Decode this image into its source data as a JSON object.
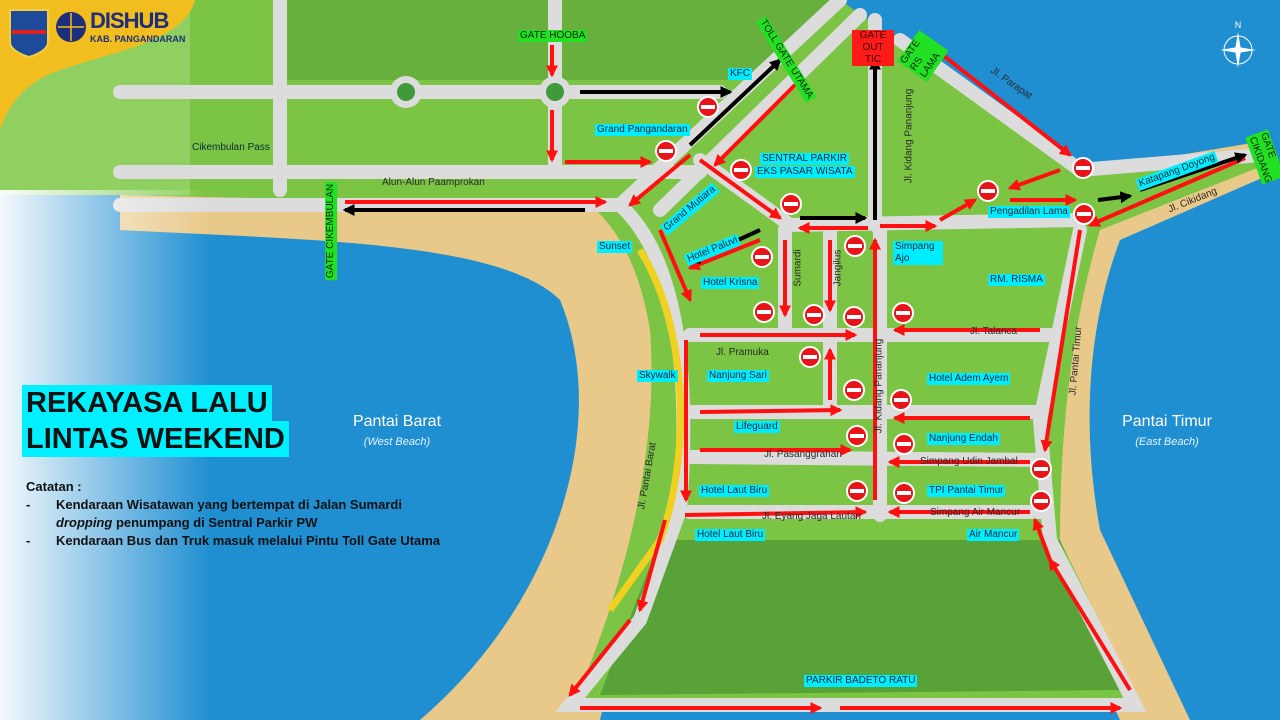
{
  "header": {
    "logo_text": "DISHUB",
    "logo_subtext": "KAB. PANGANDARAN"
  },
  "title": {
    "line1": "REKAYASA LALU",
    "line2": "LINTAS WEEKEND"
  },
  "notes": {
    "heading": "Catatan :",
    "items": [
      {
        "em": "",
        "text": "Kendaraan Wisatawan yang bertempat di Jalan Sumardi"
      },
      {
        "em": "dropping",
        "text": " penumpang di Sentral Parkir PW"
      },
      {
        "em": "",
        "text": "Kendaraan Bus dan Truk masuk melalui Pintu Toll Gate Utama"
      }
    ]
  },
  "compass": {
    "north": "N"
  },
  "gates": {
    "hooba": "GATE HOOBA",
    "toll": "TOLL GATE UTAMA",
    "out_tic": "GATE OUT TIC",
    "rs_lama": "GATE RS LAMA",
    "cikidang": "GATE CIKIDANG",
    "cikembulan": "GATE CIKEMBULAN"
  },
  "places": {
    "kfc": "KFC",
    "grand_pangandaran": "Grand Pangandaran",
    "cikembulan_pass": "Cikembulan Pass",
    "sentral_parkir": "SENTRAL PARKIR",
    "eks_pasar": "EKS PASAR WISATA",
    "grand_mutiara": "Grand Mutiara",
    "hotel_paluvi": "Hotel Paluvi",
    "sunset": "Sunset",
    "hotel_krisna": "Hotel Krisna",
    "simpang_ajo": "Simpang Ajo",
    "rm_risma": "RM. RISMA",
    "pengadilan_lama": "Pengadilan Lama",
    "katapang_doyong": "Katapang Doyong",
    "skywalk": "Skywalk",
    "nanjung_sari": "Nanjung Sari",
    "hotel_adem_ayem": "Hotel Adem Ayem",
    "lifeguard": "Lifeguard",
    "nanjung_endah": "Nanjung Endah",
    "hotel_laut_biru_1": "Hotel Laut Biru",
    "tpi_pantai_timur": "TPI Pantai Timur",
    "hotel_laut_biru_2": "Hotel Laut Biru",
    "air_mancur": "Air Mancur",
    "parkir_badeto": "PARKIR BADETO RATU"
  },
  "roads": {
    "alun_alun": "Alun-Alun Paamprokan",
    "parapat": "Jl. Parapat",
    "kidang_1": "Jl. Kidang Pananjung",
    "kidang_2": "Jl. Kidang Pananjung",
    "cikidang": "Jl. Cikidang",
    "sumardi": "Sumardi",
    "jangilus": "Jangilus",
    "talanca": "Jl. Talanca",
    "pramuka": "Jl. Pramuka",
    "pantai_timur": "Jl. Pantai Timur",
    "pantai_barat": "Jl. Pantai Barat",
    "pasanggrahan": "Jl. Pasanggrahan",
    "udin_jambal": "Simpang Udin Jambal",
    "eyang": "Jl. Eyang Jaga Lautan",
    "air_mancur": "Simpang Air Mancur"
  },
  "beaches": {
    "west": {
      "name": "Pantai Barat",
      "sub": "(West Beach)"
    },
    "east": {
      "name": "Pantai Timur",
      "sub": "(East Beach)"
    }
  },
  "colors": {
    "one_way": "#ff1010",
    "two_way_black": "#000000",
    "no_entry": "#e8141a",
    "label_bg": "#00ecff",
    "gate_bg": "#22e022",
    "banner": "#f2bd1f"
  }
}
